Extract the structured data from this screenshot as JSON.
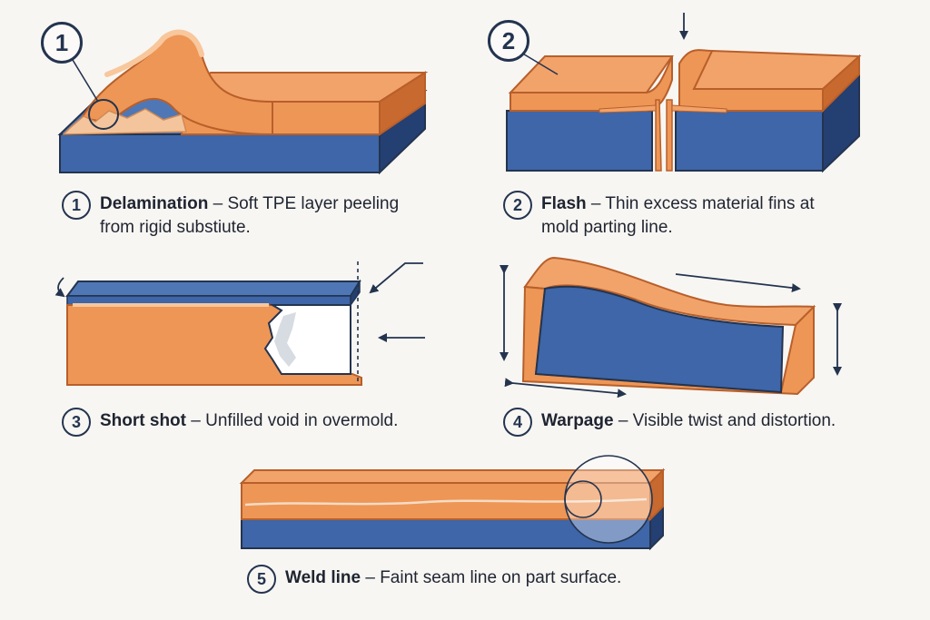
{
  "colors": {
    "tpe": "#ee9656",
    "tpe_dark": "#c8692f",
    "tpe_light": "#f6b987",
    "substrate": "#3e66a8",
    "substrate_dark": "#243f72",
    "outline": "#24344f"
  },
  "defects": [
    {
      "number": "1",
      "name": "Delamination",
      "description": "– Soft TPE layer peeling from rigid substiute."
    },
    {
      "number": "2",
      "name": "Flash",
      "description": "– Thin excess material fins at mold parting line."
    },
    {
      "number": "3",
      "name": "Short shot",
      "description": "– Unfilled void in overmold."
    },
    {
      "number": "4",
      "name": "Warpage",
      "description": "– Visible twist and distortion."
    },
    {
      "number": "5",
      "name": "Weld line",
      "description": "– Faint seam line on part surface."
    }
  ]
}
